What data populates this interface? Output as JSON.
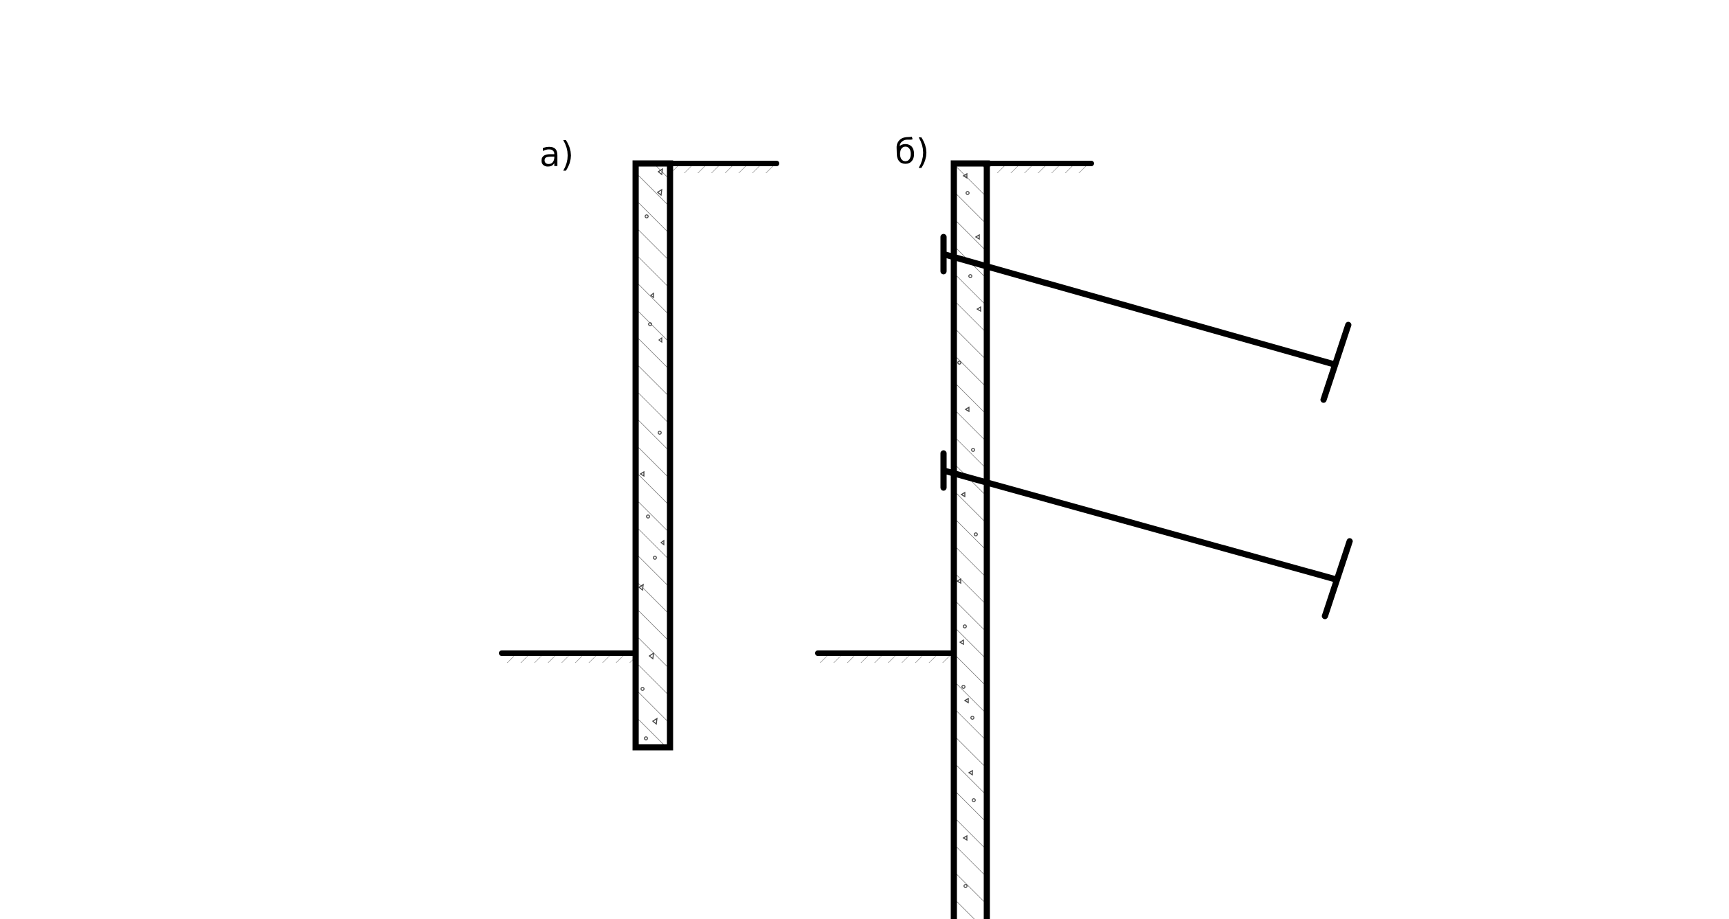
{
  "diagram": {
    "panel_a": {
      "label": "а)",
      "description_elements": [
        "retaining-wall",
        "ground-surface-top",
        "ground-surface-excavation"
      ]
    },
    "panel_b": {
      "label": "б)",
      "anchor_count": 2
    }
  },
  "colors": {
    "stroke": "#000000",
    "background": "#ffffff",
    "hatch": "#666666"
  }
}
